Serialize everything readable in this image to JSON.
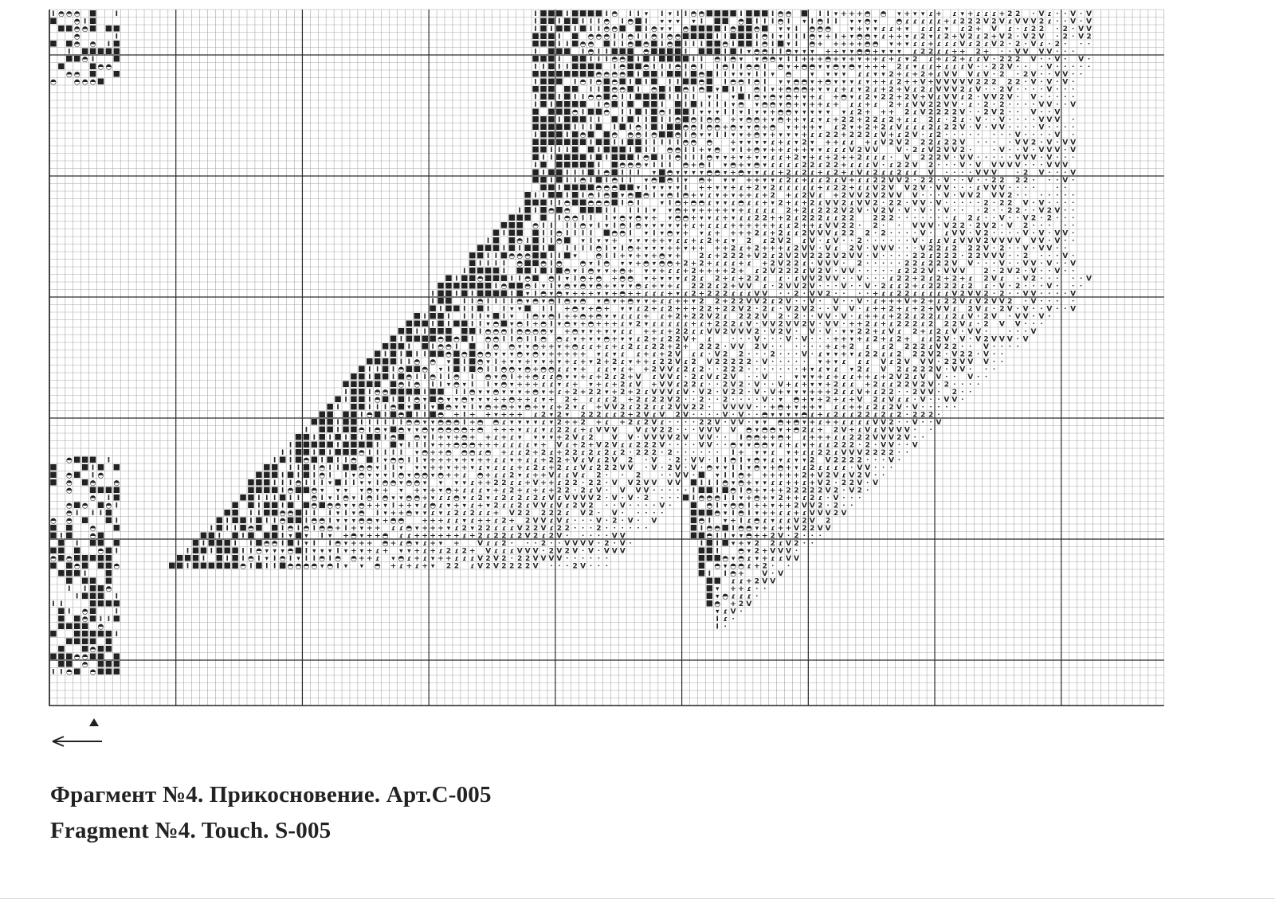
{
  "captions": {
    "ru": "Фрагмент №4. Прикосновение. Арт.С-005",
    "en": "Fragment №4. Touch. S-005"
  },
  "grid": {
    "cols": 141,
    "rows": 92,
    "major_every": 16
  },
  "colors": {
    "ink": "#222222",
    "grid_minor": "#a9a9a9",
    "grid_major": "#2a2a2a",
    "paper": "#ffffff"
  },
  "symbols": {
    "filled-square": "■",
    "half-circle": "◓",
    "triangle-down": "▾",
    "plus": "+",
    "curl": "ɾ",
    "two": "2",
    "vee": "V",
    "dot": "·",
    "i-beam": "I"
  },
  "legend_markers": {
    "direction_arrow": "left",
    "center_marker": "up"
  }
}
